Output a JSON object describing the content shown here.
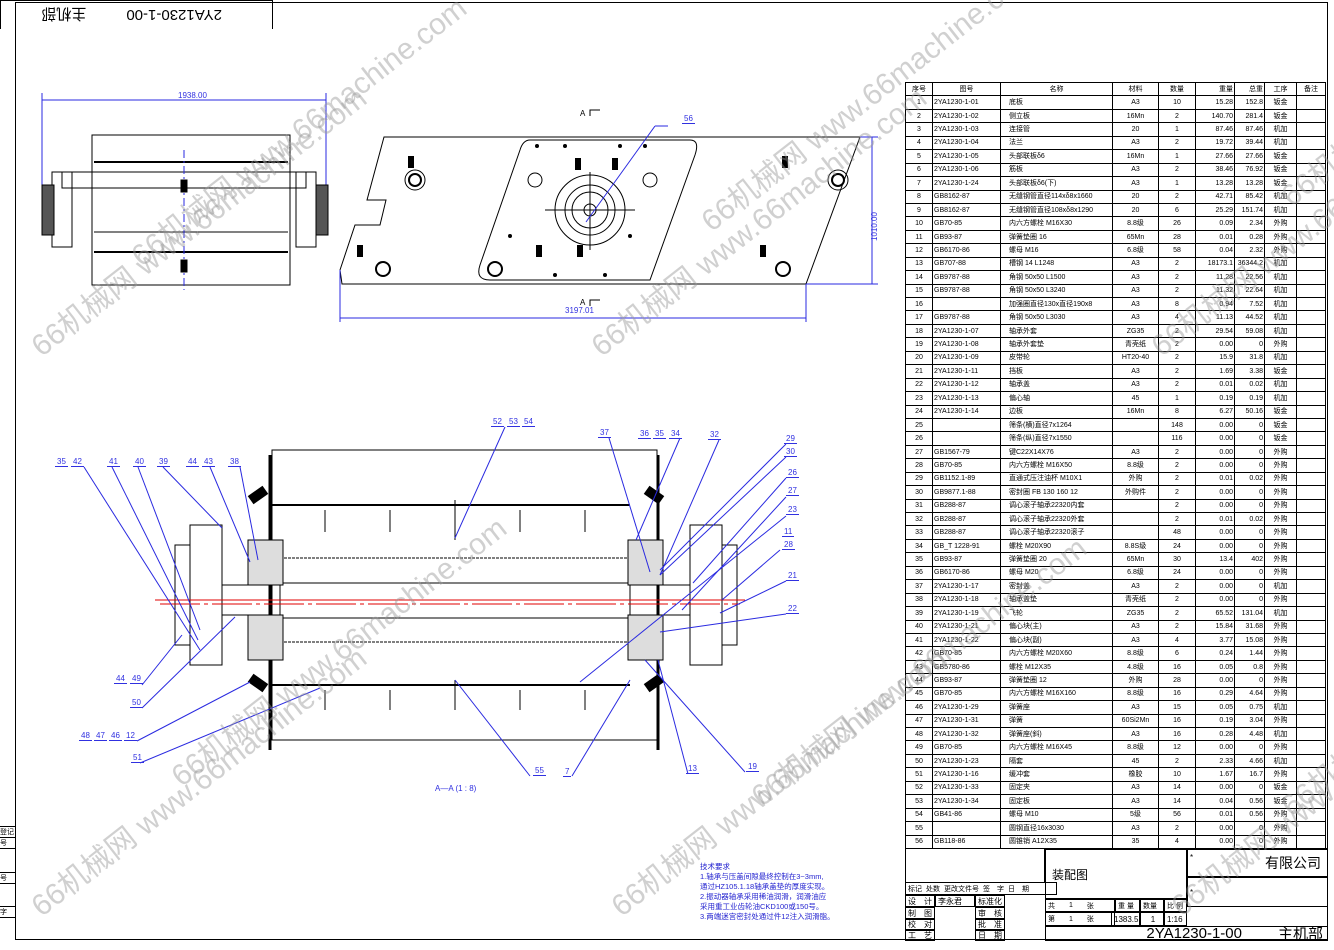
{
  "title_block": {
    "drawing_no": "2YA1230-1-00",
    "part_name": "主机部",
    "drawing_type": "装配图",
    "company": "有限公司",
    "star1": "*",
    "star2": "*",
    "rev_headers": [
      "标记",
      "处数",
      "更改文件号",
      "签　字",
      "日　期"
    ],
    "roles": [
      "设　计",
      "制　图",
      "校　对",
      "工　艺"
    ],
    "designer": "李永君",
    "roles2": [
      "标准化",
      "审　核",
      "批　准",
      "日　期"
    ],
    "sheet_total_label": "共",
    "sheet_total": "1",
    "sheet_unit": "张",
    "sheet_no_label": "第",
    "sheet_no": "1",
    "weight_label": "重 量",
    "qty_label": "数量",
    "scale_label": "比 例",
    "weight": "1383.51",
    "qty": "1",
    "scale": "1:16"
  },
  "top_inverted": {
    "part_name": "主机部",
    "drawing_no": "2YA1230-1-00"
  },
  "side_margin": [
    "登记",
    "号",
    "号",
    "字"
  ],
  "dimensions": {
    "front_width": "1938.00",
    "side_length": "3197.01",
    "side_height": "1010.00",
    "section_mark": "A",
    "section_title": "A—A (1 : 8)"
  },
  "tech_requirements": {
    "title": "技术要求",
    "lines": [
      "1.轴承与压盖间隙最终控制在3~3mm,",
      "通过HZ105.1.18轴承盖垫的厚度实现。",
      "2.振动器轴承采用稀油润滑，润滑油应",
      "采用重工业齿轮油CKD100或150号。",
      "3.两端迷宫密封处通过件12注入润滑脂。"
    ]
  },
  "callouts": {
    "top": [
      "56"
    ],
    "section_left": [
      "35",
      "42",
      "41",
      "40",
      "39",
      "44",
      "43",
      "38",
      "44",
      "49",
      "50",
      "48",
      "47",
      "46",
      "12",
      "51"
    ],
    "section_right": [
      "52",
      "53",
      "54",
      "37",
      "36",
      "35",
      "34",
      "32",
      "29",
      "30",
      "26",
      "27",
      "23",
      "11",
      "28",
      "21",
      "22",
      "55",
      "7",
      "13",
      "19"
    ]
  },
  "watermark": "66机械网 www.66machine.com",
  "bom": {
    "headers": [
      "序号",
      "图号",
      "名称",
      "材料",
      "数量",
      "重量",
      "总重",
      "工序",
      "备注"
    ],
    "rows": [
      [
        "1",
        "2YA1230-1-01",
        "底板",
        "A3",
        "10",
        "15.28",
        "152.8",
        "钣金"
      ],
      [
        "2",
        "2YA1230-1-02",
        "侧立板",
        "16Mn",
        "2",
        "140.70",
        "281.4",
        "钣金"
      ],
      [
        "3",
        "2YA1230-1-03",
        "连接管",
        "20",
        "1",
        "87.46",
        "87.46",
        "机加"
      ],
      [
        "4",
        "2YA1230-1-04",
        "法兰",
        "A3",
        "2",
        "19.72",
        "39.44",
        "机加"
      ],
      [
        "5",
        "2YA1230-1-05",
        "头部联板δ6",
        "16Mn",
        "1",
        "27.66",
        "27.66",
        "钣金"
      ],
      [
        "6",
        "2YA1230-1-06",
        "筋板",
        "A3",
        "2",
        "38.46",
        "76.92",
        "钣金"
      ],
      [
        "7",
        "2YA1230-1-24",
        "头部联板δ6(下)",
        "A3",
        "1",
        "13.28",
        "13.28",
        "钣金"
      ],
      [
        "8",
        "GB8162-87",
        "无缝钢管直径114xδ8x1660",
        "20",
        "2",
        "42.71",
        "85.42",
        "机加"
      ],
      [
        "9",
        "GB8162-87",
        "无缝钢管直径108xδ8x1290",
        "20",
        "6",
        "25.29",
        "151.74",
        "机加"
      ],
      [
        "10",
        "GB70-85",
        "内六方螺栓 M16X30",
        "8.8级",
        "26",
        "0.09",
        "2.34",
        "外购"
      ],
      [
        "11",
        "GB93-87",
        "弹簧垫圈 16",
        "65Mn",
        "28",
        "0.01",
        "0.28",
        "外购"
      ],
      [
        "12",
        "GB6170-86",
        "螺母 M16",
        "6.8级",
        "58",
        "0.04",
        "2.32",
        "外购"
      ],
      [
        "13",
        "GB707-88",
        "槽钢 14 L1248",
        "A3",
        "2",
        "18173.1",
        "36344.2",
        "机加"
      ],
      [
        "14",
        "GB9787-88",
        "角钢 50x50 L1500",
        "A3",
        "2",
        "11.28",
        "22.56",
        "机加"
      ],
      [
        "15",
        "GB9787-88",
        "角钢 50x50 L3240",
        "A3",
        "2",
        "11.32",
        "22.64",
        "机加"
      ],
      [
        "16",
        "",
        "加强圈直径130x直径190x8",
        "A3",
        "8",
        "0.94",
        "7.52",
        "机加"
      ],
      [
        "17",
        "GB9787-88",
        "角钢 50x50 L3030",
        "A3",
        "4",
        "11.13",
        "44.52",
        "机加"
      ],
      [
        "18",
        "2YA1230-1-07",
        "轴承外套",
        "ZG35",
        "2",
        "29.54",
        "59.08",
        "机加"
      ],
      [
        "19",
        "2YA1230-1-08",
        "轴承外套垫",
        "青壳纸",
        "2",
        "0.00",
        "0",
        "外购"
      ],
      [
        "20",
        "2YA1230-1-09",
        "皮带轮",
        "HT20-40",
        "2",
        "15.9",
        "31.8",
        "机加"
      ],
      [
        "21",
        "2YA1230-1-11",
        "挡板",
        "A3",
        "2",
        "1.69",
        "3.38",
        "钣金"
      ],
      [
        "22",
        "2YA1230-1-12",
        "轴承盖",
        "A3",
        "2",
        "0.01",
        "0.02",
        "机加"
      ],
      [
        "23",
        "2YA1230-1-13",
        "偏心轴",
        "45",
        "1",
        "0.19",
        "0.19",
        "机加"
      ],
      [
        "24",
        "2YA1230-1-14",
        "边板",
        "16Mn",
        "8",
        "6.27",
        "50.16",
        "钣金"
      ],
      [
        "25",
        "",
        "筛条(横)直径7x1264",
        "",
        "148",
        "0.00",
        "0",
        "钣金"
      ],
      [
        "26",
        "",
        "筛条(纵)直径7x1550",
        "",
        "116",
        "0.00",
        "0",
        "钣金"
      ],
      [
        "27",
        "GB1567-79",
        "键C22X14X76",
        "A3",
        "2",
        "0.00",
        "0",
        "外购"
      ],
      [
        "28",
        "GB70-85",
        "内六方螺栓 M16X50",
        "8.8级",
        "2",
        "0.00",
        "0",
        "外购"
      ],
      [
        "29",
        "GB1152.1-89",
        "直通式压注油杯 M10X1",
        "外购",
        "2",
        "0.01",
        "0.02",
        "外购"
      ],
      [
        "30",
        "GB9877.1-88",
        "密封圈 FB 130 160 12",
        "外购件",
        "2",
        "0.00",
        "0",
        "外购"
      ],
      [
        "31",
        "GB288-87",
        "调心滚子轴承22320内套",
        "",
        "2",
        "0.00",
        "0",
        "外购"
      ],
      [
        "32",
        "GB288-87",
        "调心滚子轴承22320外套",
        "",
        "2",
        "0.01",
        "0.02",
        "外购"
      ],
      [
        "33",
        "GB288-87",
        "调心滚子轴承22320滚子",
        "",
        "48",
        "0.00",
        "0",
        "外购"
      ],
      [
        "34",
        "GB_T 1228-91",
        "螺栓 M20X90",
        "8.8S级",
        "24",
        "0.00",
        "0",
        "外购"
      ],
      [
        "35",
        "GB93-87",
        "弹簧垫圈 20",
        "65Mn",
        "30",
        "13.4",
        "402",
        "外购"
      ],
      [
        "36",
        "GB6170-86",
        "螺母 M20",
        "6.8级",
        "24",
        "0.00",
        "0",
        "外购"
      ],
      [
        "37",
        "2YA1230-1-17",
        "密封盖",
        "A3",
        "2",
        "0.00",
        "0",
        "机加"
      ],
      [
        "38",
        "2YA1230-1-18",
        "轴承盖垫",
        "青壳纸",
        "2",
        "0.00",
        "0",
        "外购"
      ],
      [
        "39",
        "2YA1230-1-19",
        "飞轮",
        "ZG35",
        "2",
        "65.52",
        "131.04",
        "机加"
      ],
      [
        "40",
        "2YA1230-1-21",
        "偏心块(主)",
        "A3",
        "2",
        "15.84",
        "31.68",
        "外购"
      ],
      [
        "41",
        "2YA1230-1-22",
        "偏心块(副)",
        "A3",
        "4",
        "3.77",
        "15.08",
        "外购"
      ],
      [
        "42",
        "GB70-85",
        "内六方螺栓 M20X60",
        "8.8级",
        "6",
        "0.24",
        "1.44",
        "外购"
      ],
      [
        "43",
        "GB5780-86",
        "螺栓 M12X35",
        "4.8级",
        "16",
        "0.05",
        "0.8",
        "外购"
      ],
      [
        "44",
        "GB93-87",
        "弹簧垫圈 12",
        "外购",
        "28",
        "0.00",
        "0",
        "外购"
      ],
      [
        "45",
        "GB70-85",
        "内六方螺栓 M16X160",
        "8.8级",
        "16",
        "0.29",
        "4.64",
        "外购"
      ],
      [
        "46",
        "2YA1230-1-29",
        "弹簧座",
        "A3",
        "15",
        "0.05",
        "0.75",
        "机加"
      ],
      [
        "47",
        "2YA1230-1-31",
        "弹簧",
        "60Si2Mn",
        "16",
        "0.19",
        "3.04",
        "外购"
      ],
      [
        "48",
        "2YA1230-1-32",
        "弹簧座(斜)",
        "A3",
        "16",
        "0.28",
        "4.48",
        "机加"
      ],
      [
        "49",
        "GB70-85",
        "内六方螺栓 M16X45",
        "8.8级",
        "12",
        "0.00",
        "0",
        "外购"
      ],
      [
        "50",
        "2YA1230-1-23",
        "隔套",
        "45",
        "2",
        "2.33",
        "4.66",
        "机加"
      ],
      [
        "51",
        "2YA1230-1-16",
        "缓冲套",
        "橡胶",
        "10",
        "1.67",
        "16.7",
        "外购"
      ],
      [
        "52",
        "2YA1230-1-33",
        "固定夹",
        "A3",
        "14",
        "0.00",
        "0",
        "钣金"
      ],
      [
        "53",
        "2YA1230-1-34",
        "固定板",
        "A3",
        "14",
        "0.04",
        "0.56",
        "钣金"
      ],
      [
        "54",
        "GB41-86",
        "螺母 M10",
        "5级",
        "56",
        "0.01",
        "0.56",
        "外购"
      ],
      [
        "55",
        "",
        "圆钢直径16x3030",
        "A3",
        "2",
        "0.00",
        "0",
        "外购"
      ],
      [
        "56",
        "GB118-86",
        "圆锥销 A12X35",
        "35",
        "4",
        "0.00",
        "0",
        "外购"
      ]
    ]
  }
}
